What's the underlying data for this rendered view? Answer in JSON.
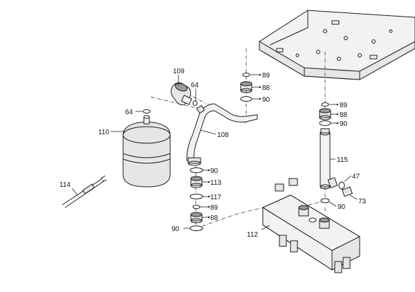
{
  "callouts": {
    "c109": "109",
    "c64a": "64",
    "c64b": "64",
    "c110": "110",
    "c108": "108",
    "c114": "114",
    "c89a": "89",
    "c88a": "88",
    "c90a": "90",
    "c89b": "89",
    "c88b": "88",
    "c90b": "90",
    "c115": "115",
    "c47": "47",
    "c73": "73",
    "c90c": "90",
    "c90d": "90",
    "c113": "113",
    "c117": "117",
    "c89c": "89",
    "c88c": "88",
    "c90e": "90",
    "c112": "112"
  }
}
